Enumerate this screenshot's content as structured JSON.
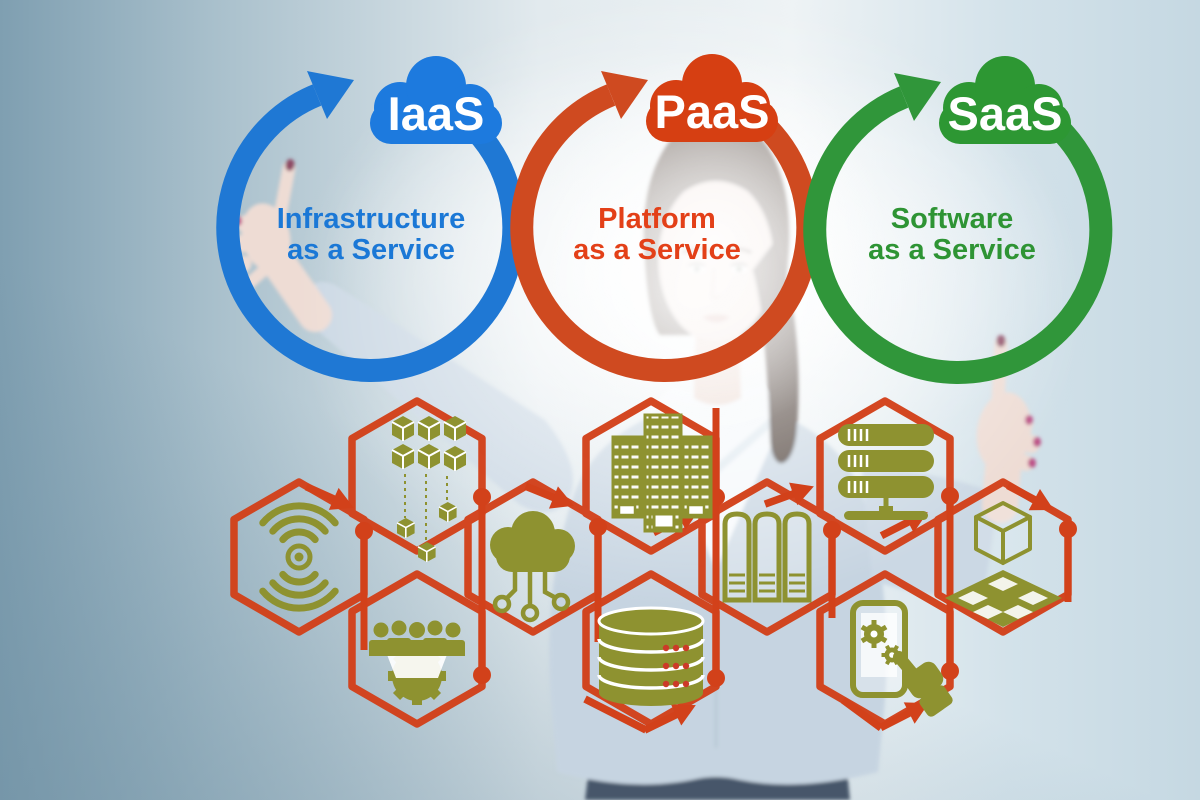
{
  "title": "Cloud computing concept - businesswoman pressing virtual cloud service buttons",
  "services": [
    {
      "id": "iaas",
      "acronym": "IaaS",
      "line1": "Infrastructure",
      "line2": "as a Service",
      "color": "#1b76d3"
    },
    {
      "id": "paas",
      "acronym": "PaaS",
      "line1": "Platform",
      "line2": "as a Service",
      "color": "#d84315"
    },
    {
      "id": "saas",
      "acronym": "SaaS",
      "line1": "Software",
      "line2": "as a Service",
      "color": "#2e9434"
    }
  ],
  "hexagon_icons": [
    {
      "name": "wireless-signal-icon",
      "meaning": "wireless signal"
    },
    {
      "name": "falling-cubes-icon",
      "meaning": "modular blocks"
    },
    {
      "name": "team-gear-icon",
      "meaning": "team on gear"
    },
    {
      "name": "cloud-circuit-icon",
      "meaning": "connected cloud"
    },
    {
      "name": "office-building-icon",
      "meaning": "enterprise building"
    },
    {
      "name": "database-icon",
      "meaning": "database stack"
    },
    {
      "name": "binders-icon",
      "meaning": "archive binders"
    },
    {
      "name": "server-rack-icon",
      "meaning": "server rack"
    },
    {
      "name": "mobile-apps-icon",
      "meaning": "mobile configuration"
    },
    {
      "name": "cube-platform-icon",
      "meaning": "3D cube on grid"
    }
  ],
  "colors": {
    "ring_blue": "#1f78d4",
    "ring_red": "#cf4a20",
    "ring_green": "#30963a",
    "hex_outline": "#d2411a",
    "icon_olive": "#8e9230",
    "cloud_text": "#ffffff"
  }
}
